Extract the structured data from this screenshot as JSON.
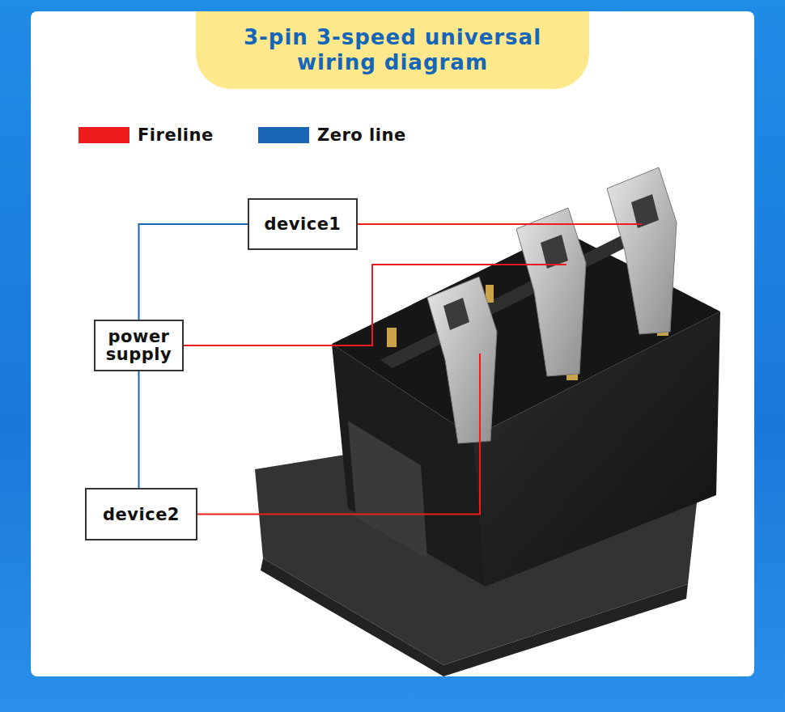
{
  "diagram": {
    "title": "3-pin 3-speed universal wiring diagram",
    "nodes": [
      {
        "text": [
          "device1"
        ]
      },
      {
        "text": [
          "power supply"
        ]
      },
      {
        "text": [
          "device2"
        ]
      }
    ],
    "edges": [
      {
        "from": 1,
        "to": 0,
        "arrow": "none"
      },
      {
        "from": 1,
        "to": 2,
        "arrow": "none"
      }
    ],
    "legend": [
      {
        "text": "Fireline",
        "color": "#ee1c1c"
      },
      {
        "text": "Zero line",
        "color": "#1a66b5"
      }
    ]
  }
}
